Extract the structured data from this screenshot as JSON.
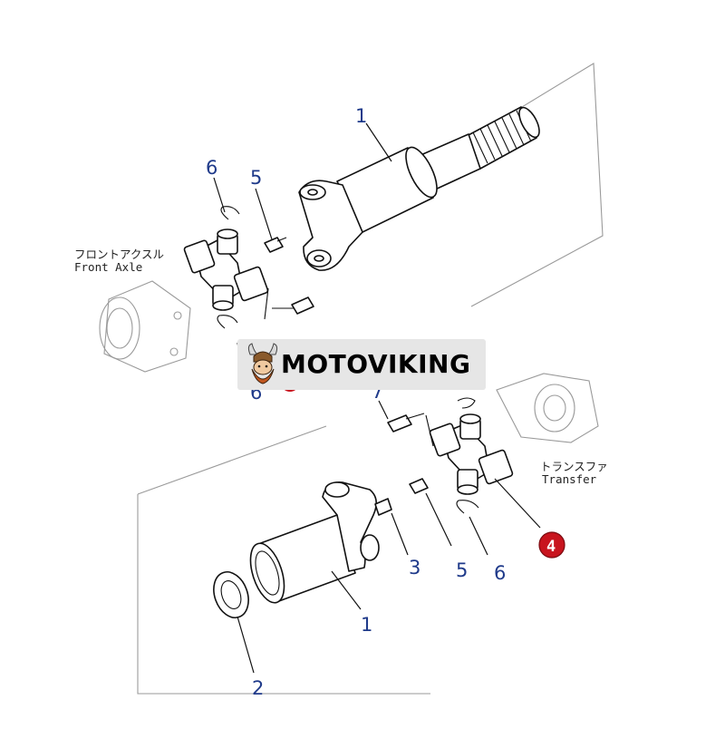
{
  "diagram": {
    "callouts": [
      {
        "id": "c1a",
        "text": "1"
      },
      {
        "id": "c6a",
        "text": "6"
      },
      {
        "id": "c5a",
        "text": "5"
      },
      {
        "id": "c6b",
        "text": "6"
      },
      {
        "id": "c7",
        "text": "7"
      },
      {
        "id": "c3",
        "text": "3"
      },
      {
        "id": "c5b",
        "text": "5"
      },
      {
        "id": "c6c",
        "text": "6"
      },
      {
        "id": "c1b",
        "text": "1"
      },
      {
        "id": "c2",
        "text": "2"
      },
      {
        "id": "c4",
        "text": "4"
      }
    ],
    "labels": {
      "front_axle_jp": "フロントアクスル",
      "front_axle_en": "Front Axle",
      "transfer_jp": "トランスファ",
      "transfer_en": "Transfer"
    },
    "watermark": {
      "text": "MOTOVIKING"
    },
    "colors": {
      "callout_blue": "#1f3a8a",
      "marker_red": "#c8141e",
      "line": "#111111"
    }
  }
}
